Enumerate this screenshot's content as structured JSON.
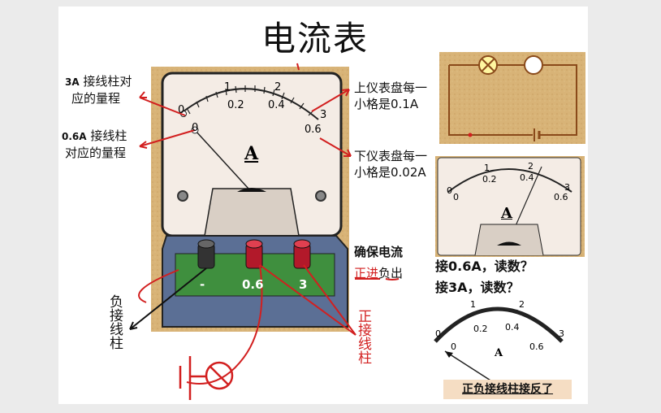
{
  "title": "电流表",
  "labels": {
    "range_3a_prefix": "3A",
    "range_3a_line1": "接线柱对",
    "range_3a_line2": "应的量程",
    "range_06a_prefix": "0.6A",
    "range_06a_line1": "接线柱",
    "range_06a_line2": "对应的量程",
    "upper_dial_line1": "上仪表盘每一",
    "upper_dial_line2": "小格是0.1A",
    "lower_dial_line1": "下仪表盘每一",
    "lower_dial_line2": "小格是0.02A",
    "ensure_current": "确保电流",
    "in_out_prefix": "正进",
    "in_out_suffix": "负出",
    "negative_terminal": "负接线柱",
    "positive_terminal": "正接线柱",
    "question1": "接0.6A，读数？",
    "question2": "接3A，读数？",
    "reversed_warning": "正负接线柱接反了"
  },
  "meter": {
    "unit": "A",
    "top_scale": [
      "0",
      "1",
      "2",
      "3"
    ],
    "bottom_scale": [
      "0",
      "0.2",
      "0.4",
      "0.6"
    ],
    "terminals": [
      "-",
      "0.6",
      "3"
    ]
  },
  "colors": {
    "annotation_red": "#d21f1f",
    "cork_board": "#d8b377",
    "meter_face": "#f4ece5",
    "meter_base": "#5b6f95",
    "terminal_panel": "#3f8f3e"
  }
}
